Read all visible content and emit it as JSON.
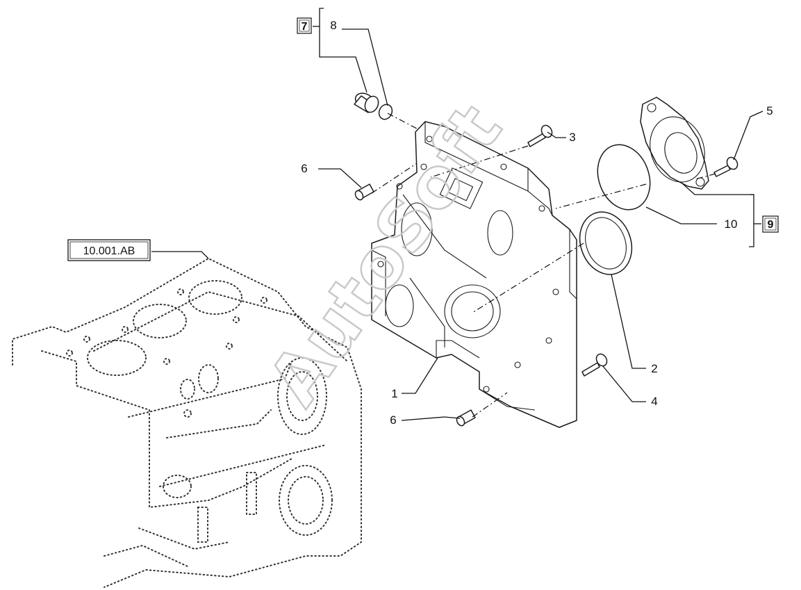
{
  "reference": {
    "label": "10.001.AB"
  },
  "callouts": {
    "p1": "1",
    "p2": "2",
    "p3": "3",
    "p4": "4",
    "p5": "5",
    "p6a": "6",
    "p6b": "6",
    "p7": "7",
    "p8": "8",
    "p9": "9",
    "p10": "10"
  },
  "watermark": {
    "text": "AutoSoft"
  }
}
